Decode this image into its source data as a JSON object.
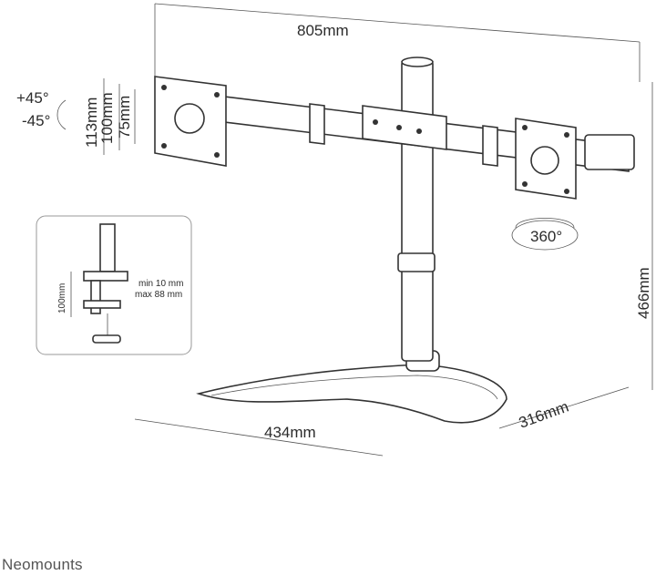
{
  "dimensions": {
    "width_total": "805mm",
    "height_total": "466mm",
    "base_width": "434mm",
    "base_depth": "316mm",
    "vesa_113": "113mm",
    "vesa_100": "100mm",
    "vesa_75": "75mm"
  },
  "tilt": {
    "up": "+45°",
    "down": "-45°"
  },
  "rotation": "360°",
  "inset": {
    "clamp_height": "100mm",
    "min_thickness": "min 10 mm",
    "max_thickness": "max 88 mm"
  },
  "brand": "Neomounts"
}
